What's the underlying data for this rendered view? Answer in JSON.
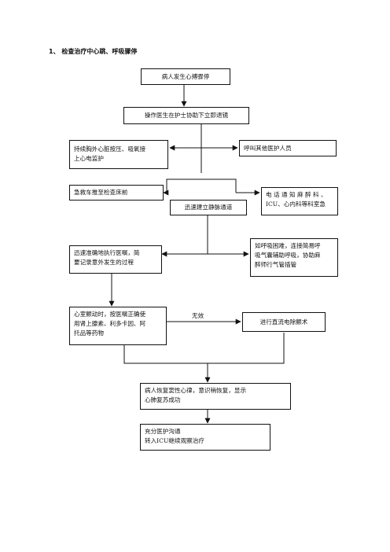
{
  "heading": "1、 检查治疗中心跳、呼吸骤停",
  "nodes": {
    "n1": "病人发生心搏骤停",
    "n2": "操作医生在护士协助下立即退镜",
    "n3": [
      "持续胸外心脏按压、吸氧接",
      "上心电监护"
    ],
    "n4": "呼叫其他医护人员",
    "n5": "急救车推至检查床前",
    "n6": "迅速建立静脉通道",
    "n7": [
      "电 话 通 知 麻 醉 科 、",
      "ICU、心内科等科室急"
    ],
    "n8": [
      "迅速准确地执行医嘱，简",
      "要记录意外发生的过程"
    ],
    "n9": [
      "如呼吸困难，连接简易呼",
      "吸气囊辅助呼吸，协助麻",
      "醉师行气管插管"
    ],
    "n10": [
      "心室颤动时，按医嘱正确使",
      "用肾上腺素、利多卡因、阿",
      "托品等药物"
    ],
    "n11": "进行直流电除颤术",
    "n12": [
      "病人恢复窦性心律，意识稍恢复，显示",
      "心肺复苏成功"
    ],
    "n13": [
      "充分医护沟通",
      "转入ICU继续观察治疗"
    ]
  },
  "edge_labels": {
    "invalid": "无效"
  }
}
